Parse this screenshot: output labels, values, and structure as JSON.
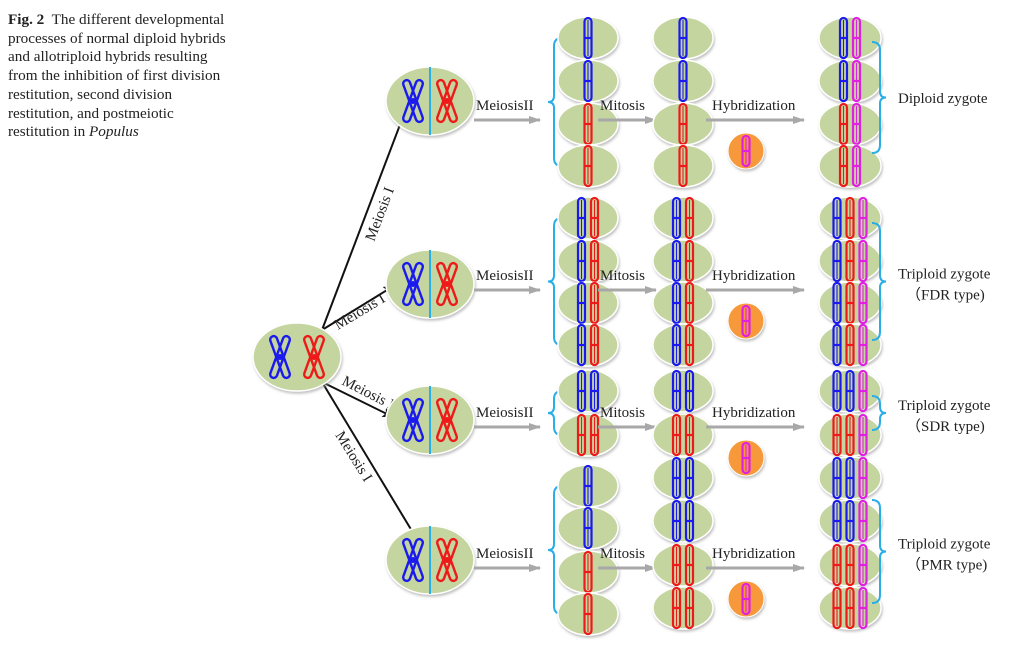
{
  "caption": {
    "figure_label": "Fig. 2",
    "text": "The different developmental processes of normal diploid hybrids and allotriploid hybrids resulting from the inhibition of first division restitution, second division restitution, and postmeiotic restitution in",
    "species": "Populus"
  },
  "colors": {
    "cell": "#c5d59f",
    "chromosome_a": "#1a1aee",
    "chromosome_b": "#ee1a1a",
    "pollen_chromosome": "#e020e0",
    "pollen": "#f7993a",
    "brace": "#29aee8",
    "arrow_gray": "#a8a8a8",
    "arrow_black": "#111111"
  },
  "labels": {
    "meiosis1": "Meiosis I",
    "meiosis2": "MeiosisII",
    "mitosis": "Mitosis",
    "hybridization": "Hybridization"
  },
  "pathways": [
    {
      "name": "normal",
      "meiosis2_cells": [
        [
          "a"
        ],
        [
          "a"
        ],
        [
          "b"
        ],
        [
          "b"
        ]
      ],
      "mitosis_cells": [
        [
          "a"
        ],
        [
          "a"
        ],
        [
          "b"
        ],
        [
          "b"
        ]
      ],
      "zygote_cells": [
        [
          "a",
          "p"
        ],
        [
          "a",
          "p"
        ],
        [
          "b",
          "p"
        ],
        [
          "b",
          "p"
        ]
      ],
      "result_line1": "Diploid zygote",
      "result_line2": ""
    },
    {
      "name": "fdr",
      "meiosis2_cells": [
        [
          "a",
          "b"
        ],
        [
          "a",
          "b"
        ],
        [
          "a",
          "b"
        ],
        [
          "a",
          "b"
        ]
      ],
      "mitosis_cells": [
        [
          "a",
          "b"
        ],
        [
          "a",
          "b"
        ],
        [
          "a",
          "b"
        ],
        [
          "a",
          "b"
        ]
      ],
      "zygote_cells": [
        [
          "a",
          "b",
          "p"
        ],
        [
          "a",
          "b",
          "p"
        ],
        [
          "a",
          "b",
          "p"
        ],
        [
          "a",
          "b",
          "p"
        ]
      ],
      "result_line1": "Triploid zygote",
      "result_line2": "（FDR type)"
    },
    {
      "name": "sdr",
      "meiosis2_cells": [
        [
          "a",
          "a"
        ],
        [
          "b",
          "b"
        ]
      ],
      "mitosis_cells": [
        [
          "a",
          "a"
        ],
        [
          "b",
          "b"
        ]
      ],
      "zygote_cells": [
        [
          "a",
          "a",
          "p"
        ],
        [
          "b",
          "b",
          "p"
        ]
      ],
      "result_line1": "Triploid zygote",
      "result_line2": "（SDR type)"
    },
    {
      "name": "pmr",
      "meiosis2_cells": [
        [
          "a"
        ],
        [
          "a"
        ],
        [
          "b"
        ],
        [
          "b"
        ]
      ],
      "mitosis_cells": [
        [
          "a",
          "a"
        ],
        [
          "a",
          "a"
        ],
        [
          "b",
          "b"
        ],
        [
          "b",
          "b"
        ]
      ],
      "zygote_cells": [
        [
          "a",
          "a",
          "p"
        ],
        [
          "a",
          "a",
          "p"
        ],
        [
          "b",
          "b",
          "p"
        ],
        [
          "b",
          "b",
          "p"
        ]
      ],
      "result_line1": "Triploid zygote",
      "result_line2": "（PMR type)"
    }
  ]
}
